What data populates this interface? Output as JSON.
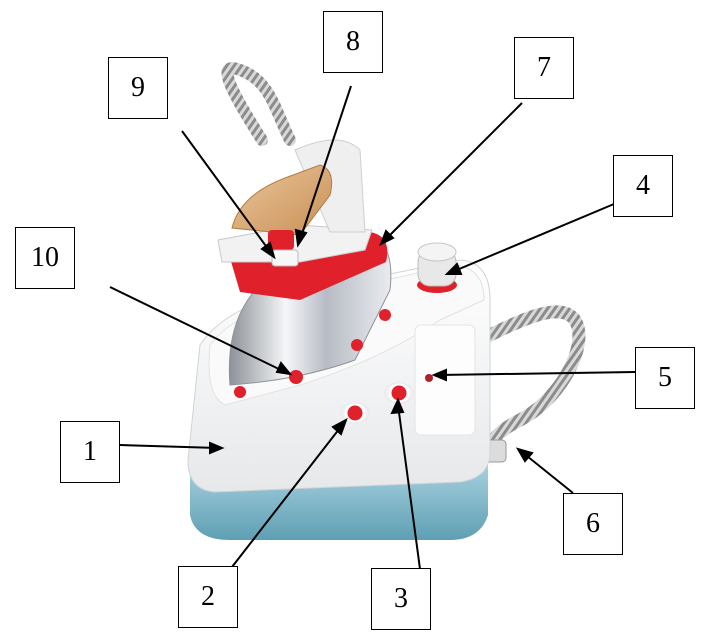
{
  "callouts": [
    {
      "id": "c1",
      "number": "1"
    },
    {
      "id": "c2",
      "number": "2"
    },
    {
      "id": "c3",
      "number": "3"
    },
    {
      "id": "c4",
      "number": "4"
    },
    {
      "id": "c5",
      "number": "5"
    },
    {
      "id": "c6",
      "number": "6"
    },
    {
      "id": "c7",
      "number": "7"
    },
    {
      "id": "c8",
      "number": "8"
    },
    {
      "id": "c9",
      "number": "9"
    },
    {
      "id": "c10",
      "number": "10"
    }
  ],
  "colors": {
    "base_blue": "#7fb6c9",
    "body_white": "#f4f4f4",
    "accent_red": "#e0202a",
    "cork": "#d9a874",
    "chrome": "#c9ccd3",
    "hose": "#b8b8b8"
  }
}
